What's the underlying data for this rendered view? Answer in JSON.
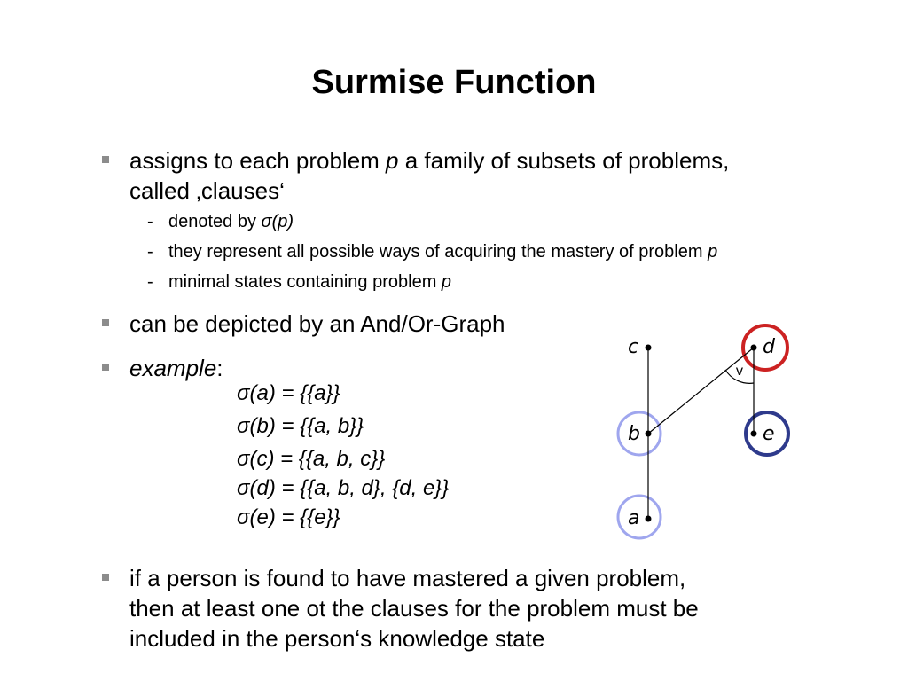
{
  "title": "Surmise Function",
  "bullets": {
    "b1": {
      "line1_pre": "assigns to each problem ",
      "line1_var": "p",
      "line1_post": " a family of subsets of problems,",
      "line2": "called ‚clauses‘"
    },
    "sub": [
      {
        "pre": "denoted by ",
        "var": "σ(p)",
        "post": ""
      },
      {
        "pre": "they represent all possible ways of acquiring the mastery of problem ",
        "var": "p",
        "post": ""
      },
      {
        "pre": "minimal states containing problem ",
        "var": "p",
        "post": ""
      }
    ],
    "sub_dash": "-",
    "b2": "can be depicted by an And/Or-Graph",
    "b3_label": "example",
    "b3_colon": ":",
    "formulas": [
      "σ(a) = {{a}}",
      "σ(b) = {{a, b}}",
      "σ(c) = {{a, b, c}}",
      "σ(d) = {{a, b, d}, {d, e}}",
      "σ(e) = {{e}}"
    ],
    "b4": [
      "if a person is found to have mastered a given problem,",
      "then at least one ot the clauses for the problem must be",
      "included in the person‘s knowledge state"
    ]
  },
  "graph": {
    "nodes": {
      "a": "a",
      "b": "b",
      "c": "c",
      "d": "d",
      "e": "e"
    },
    "or_symbol": "v",
    "colors": {
      "light_blue": "#9fa6ee",
      "dark_blue": "#2e3a8c",
      "red": "#cc2222"
    }
  }
}
